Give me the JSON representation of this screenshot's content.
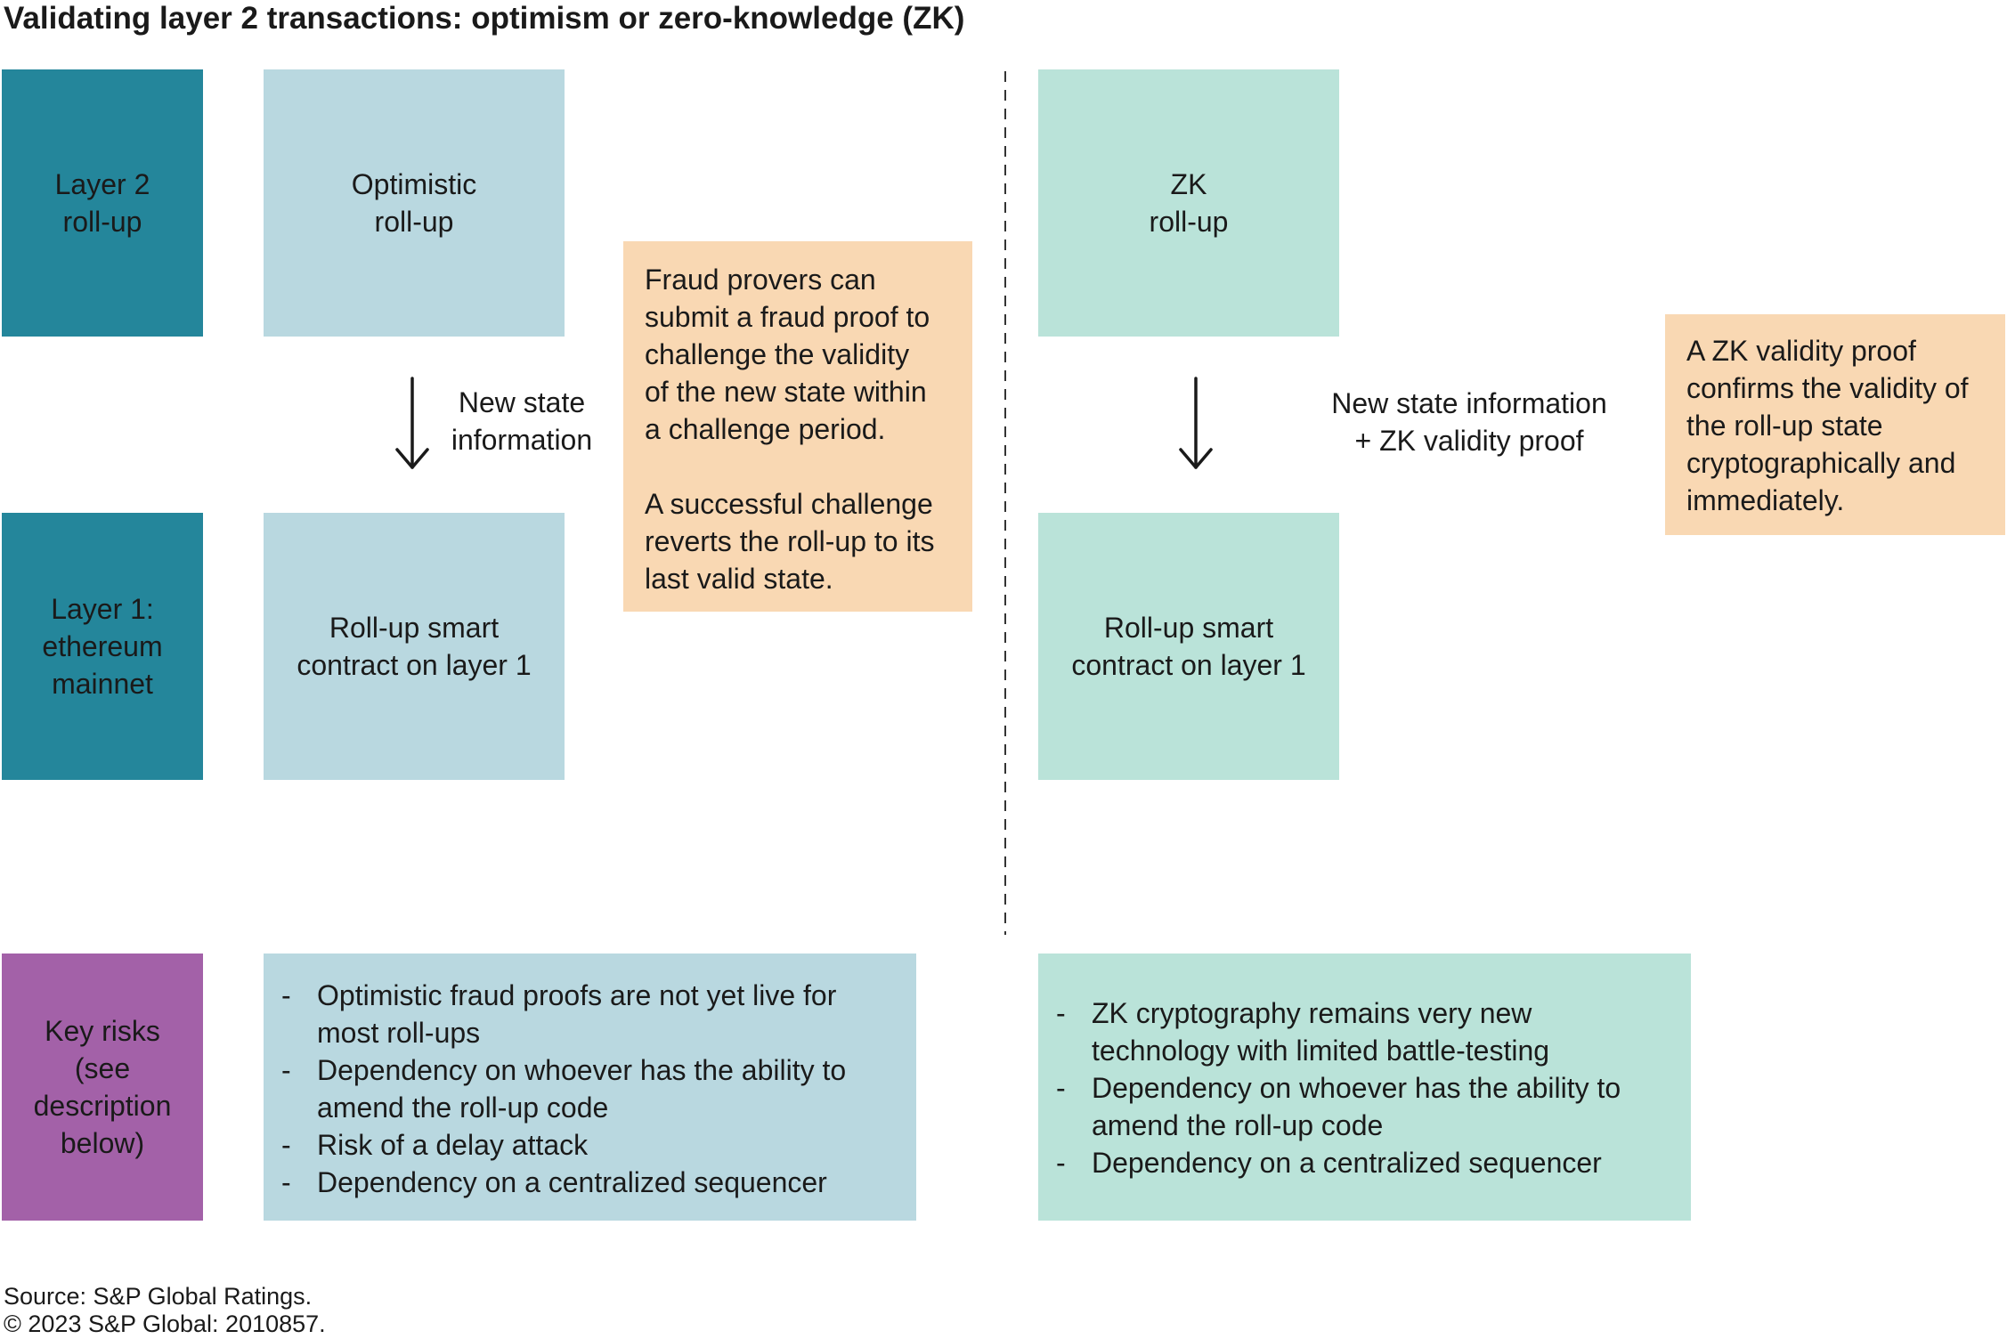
{
  "title": "Validating layer 2 transactions: optimism or zero-knowledge (ZK)",
  "rows": {
    "layer2": [
      "Layer 2",
      "roll-up"
    ],
    "layer1": [
      "Layer 1:",
      "ethereum",
      "mainnet"
    ],
    "risks": [
      "Key risks",
      "(see",
      "description",
      "below)"
    ]
  },
  "optimistic": {
    "top_box": [
      "Optimistic",
      "roll-up"
    ],
    "bottom_box": [
      "Roll-up smart",
      "contract on layer 1"
    ],
    "arrow_label": [
      "New state",
      "information"
    ],
    "note": {
      "paragraph1": [
        "Fraud provers can",
        "submit a fraud proof to",
        "challenge the validity",
        "of the new state within",
        "a challenge period."
      ],
      "paragraph2": [
        "A successful challenge",
        "reverts the roll-up to its",
        "last valid state."
      ]
    },
    "risks": [
      [
        "Optimistic fraud proofs are not yet live for",
        "most roll-ups"
      ],
      [
        "Dependency on whoever has the ability to",
        "amend the roll-up code"
      ],
      [
        "Risk of a delay attack"
      ],
      [
        "Dependency on a centralized sequencer"
      ]
    ]
  },
  "zk": {
    "top_box": [
      "ZK",
      "roll-up"
    ],
    "bottom_box": [
      "Roll-up smart",
      "contract on layer 1"
    ],
    "arrow_label": [
      "New state information",
      "+ ZK validity proof"
    ],
    "note": [
      "A ZK validity proof",
      "confirms the validity of",
      "the roll-up state",
      "cryptographically and",
      "immediately."
    ],
    "risks": [
      [
        "ZK cryptography remains very new",
        "technology with limited battle-testing"
      ],
      [
        "Dependency on whoever has the ability to",
        "amend the roll-up code"
      ],
      [
        "Dependency on a centralized sequencer"
      ]
    ]
  },
  "dash": "-",
  "footer": {
    "source": "Source: S&P Global Ratings.",
    "copyright": "© 2023 S&P Global: 2010857."
  },
  "colors": {
    "dark_teal": "#24869b",
    "light_blue": "#b9d8e0",
    "mint": "#bae3d9",
    "peach": "#f9d8b3",
    "purple": "#a361a8"
  }
}
